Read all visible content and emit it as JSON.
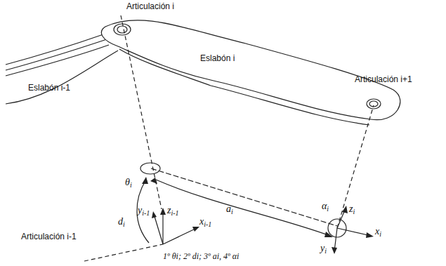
{
  "diagram": {
    "labels": [
      "Articulación i",
      "Eslabón i",
      "Eslabón i-1",
      "Articulación i+1",
      "θi",
      "αi",
      "ai",
      "zi",
      "xi",
      "di",
      "yi-1",
      "zi-1",
      "xi-1",
      "yi",
      "Articulación i-1",
      "1º θi; 2º di; 3º ai, 4º αi"
    ]
  }
}
